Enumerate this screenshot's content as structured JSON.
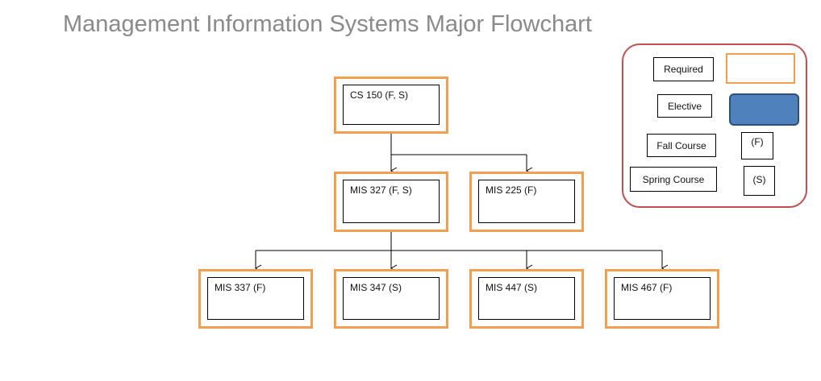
{
  "title": "Management Information Systems Major Flowchart",
  "courses": {
    "cs150": "CS 150 (F, S)",
    "mis327": "MIS 327 (F, S)",
    "mis225": "MIS 225 (F)",
    "mis337": "MIS 337 (F)",
    "mis347": "MIS 347 (S)",
    "mis447": "MIS 447 (S)",
    "mis467": "MIS 467 (F)"
  },
  "legend": {
    "required": "Required",
    "elective": "Elective",
    "fall_course": "Fall Course",
    "fall_code": "(F)",
    "spring_course": "Spring Course",
    "spring_code": "(S)"
  },
  "colors": {
    "required_border": "#f0a050",
    "elective_fill": "#4f81bd",
    "legend_border": "#c0504d",
    "title_text": "#8a8a8a"
  }
}
